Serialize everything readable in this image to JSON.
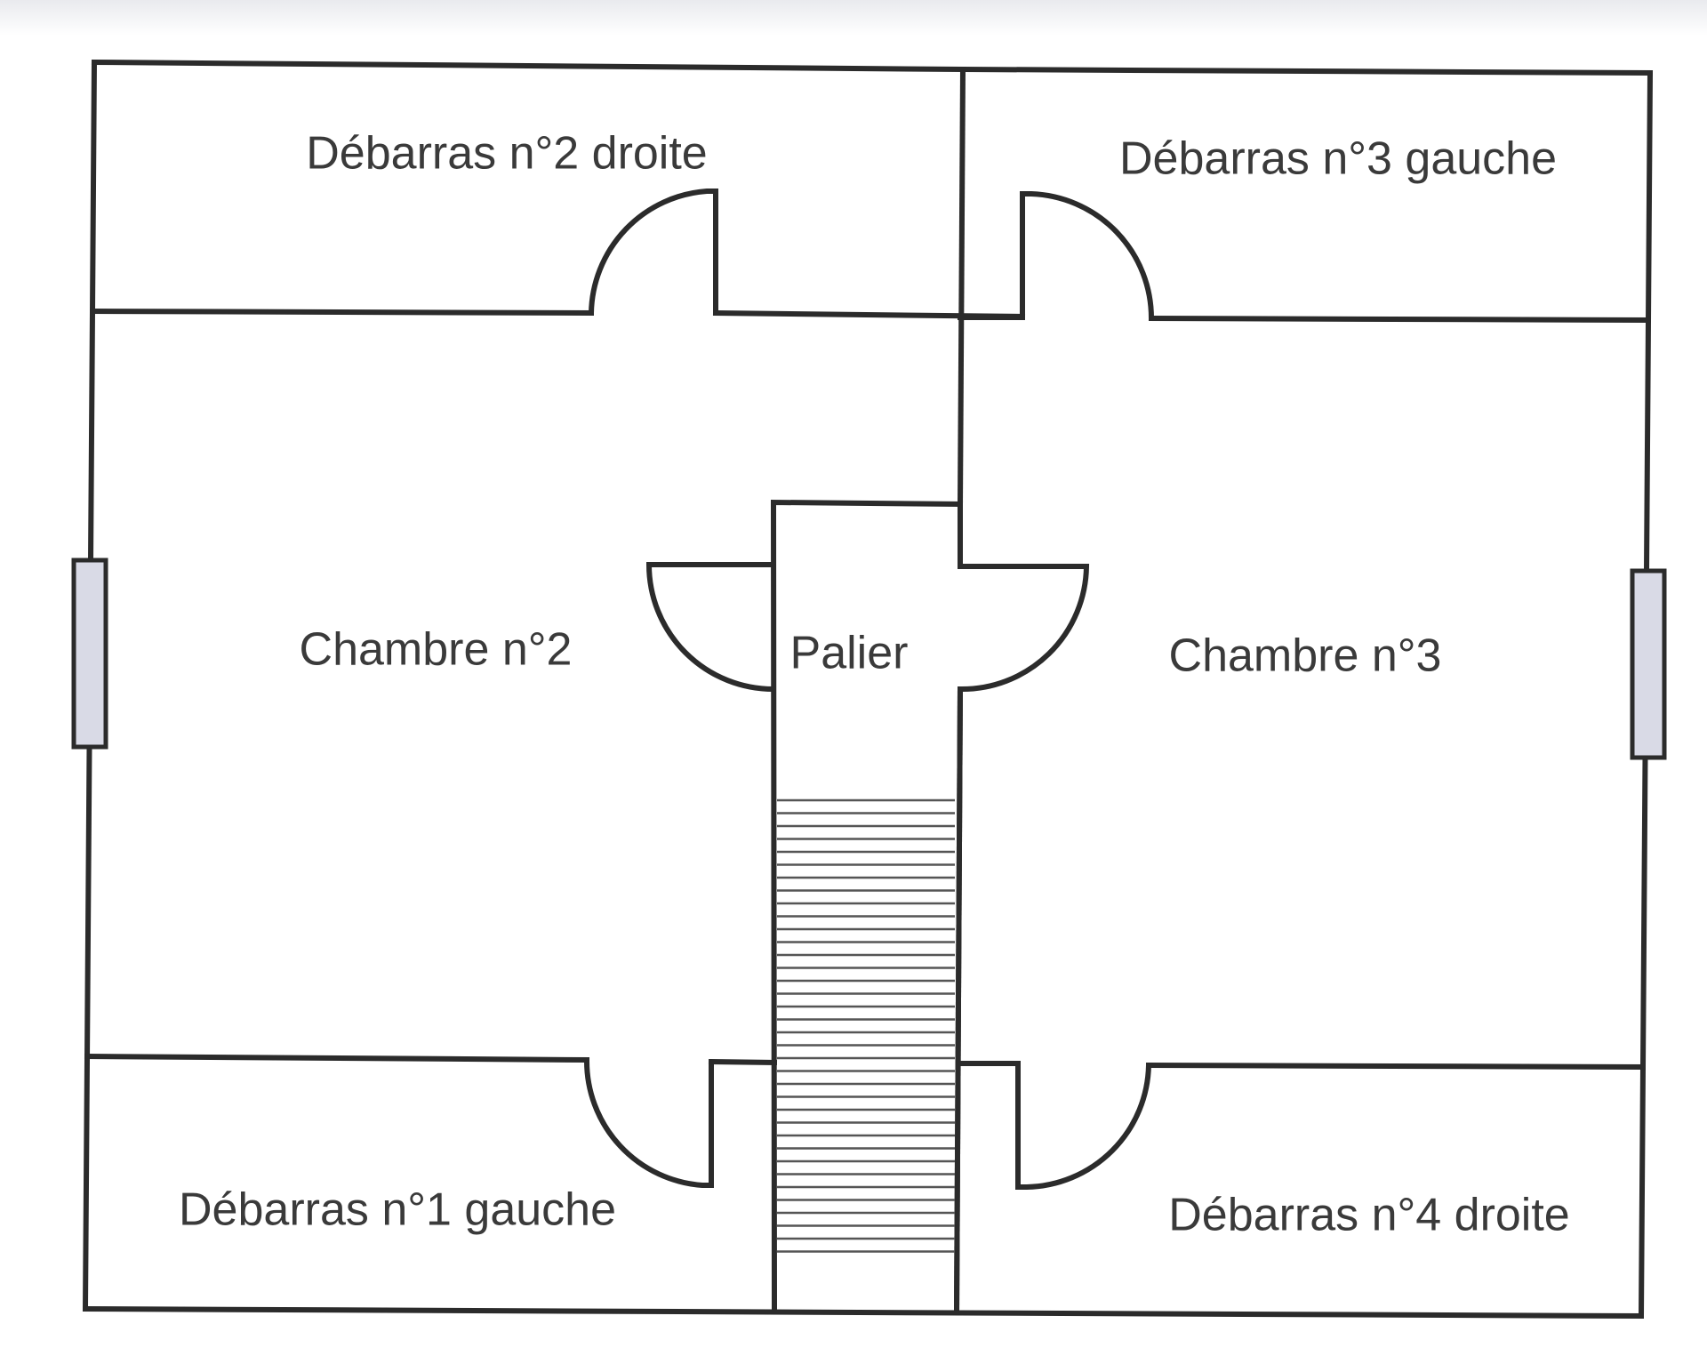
{
  "rooms": {
    "debarras2": "Débarras n°2 droite",
    "debarras3": "Débarras n°3 gauche",
    "chambre2": "Chambre n°2",
    "palier": "Palier",
    "chambre3": "Chambre n°3",
    "debarras1": "Débarras n°1 gauche",
    "debarras4": "Débarras n°4 droite"
  },
  "colors": {
    "wall": "#2b2b2b",
    "window_fill": "#d9dae6",
    "label": "#3a3a3a"
  }
}
